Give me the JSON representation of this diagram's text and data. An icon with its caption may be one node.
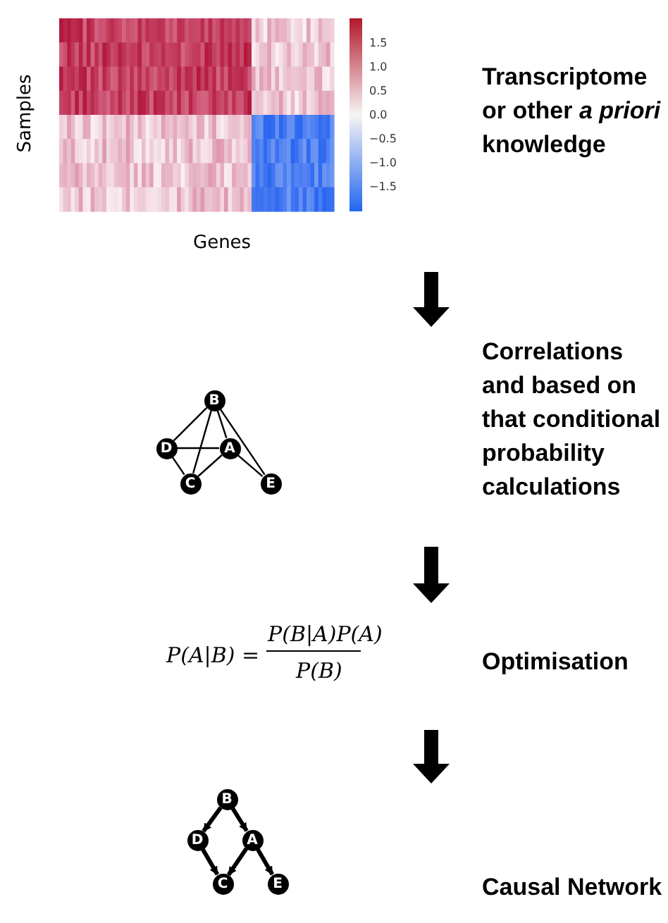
{
  "diagram": {
    "nodes": [
      {
        "text": [
          "Transcriptome or other *a priori* knowledge"
        ]
      },
      {
        "text": [
          "Correlations and based on that conditional probability calculations"
        ]
      },
      {
        "text": [
          "Optimisation"
        ]
      },
      {
        "text": [
          "Causal Network"
        ]
      },
      {
        "text": [
          "B"
        ]
      },
      {
        "text": [
          "D"
        ]
      },
      {
        "text": [
          "A"
        ]
      },
      {
        "text": [
          "C"
        ]
      },
      {
        "text": [
          "E"
        ]
      },
      {
        "text": [
          "B"
        ]
      },
      {
        "text": [
          "D"
        ]
      },
      {
        "text": [
          "A"
        ]
      },
      {
        "text": [
          "C"
        ]
      },
      {
        "text": [
          "E"
        ]
      }
    ],
    "edges": [
      {
        "from": 4,
        "to": 5,
        "arrow": "none"
      },
      {
        "from": 4,
        "to": 7,
        "arrow": "none"
      },
      {
        "from": 4,
        "to": 6,
        "arrow": "none"
      },
      {
        "from": 4,
        "to": 8,
        "arrow": "none"
      },
      {
        "from": 5,
        "to": 6,
        "arrow": "none"
      },
      {
        "from": 5,
        "to": 7,
        "arrow": "none"
      },
      {
        "from": 6,
        "to": 7,
        "arrow": "none"
      },
      {
        "from": 6,
        "to": 8,
        "arrow": "none"
      },
      {
        "from": 9,
        "to": 10,
        "arrow": "to",
        "style": "thick"
      },
      {
        "from": 9,
        "to": 11,
        "arrow": "to",
        "style": "thick"
      },
      {
        "from": 10,
        "to": 12,
        "arrow": "to",
        "style": "thick"
      },
      {
        "from": 11,
        "to": 12,
        "arrow": "to",
        "style": "thick"
      },
      {
        "from": 11,
        "to": 13,
        "arrow": "to",
        "style": "thick"
      }
    ],
    "labels": [
      "1.5",
      "1.0",
      "0.5",
      "0.0",
      "−0.5",
      "−1.0",
      "−1.5",
      "Samples",
      "Genes",
      "P(A|B) =",
      "P(B|A)P(A)",
      "P(B)"
    ]
  }
}
